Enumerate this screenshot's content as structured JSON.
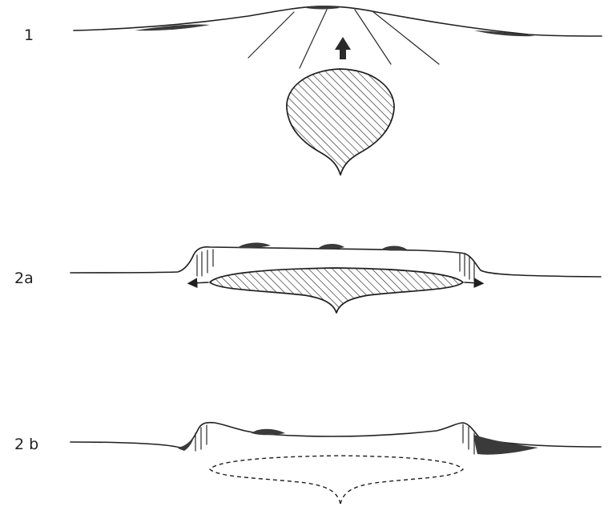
{
  "stages": [
    {
      "id": "stage-1",
      "label": "1"
    },
    {
      "id": "stage-2a",
      "label": "2a"
    },
    {
      "id": "stage-2b",
      "label": "2 b"
    }
  ],
  "colors": {
    "line": "#1f1f1f",
    "sediment_fill": "#3a3a3a",
    "background": "#ffffff"
  }
}
